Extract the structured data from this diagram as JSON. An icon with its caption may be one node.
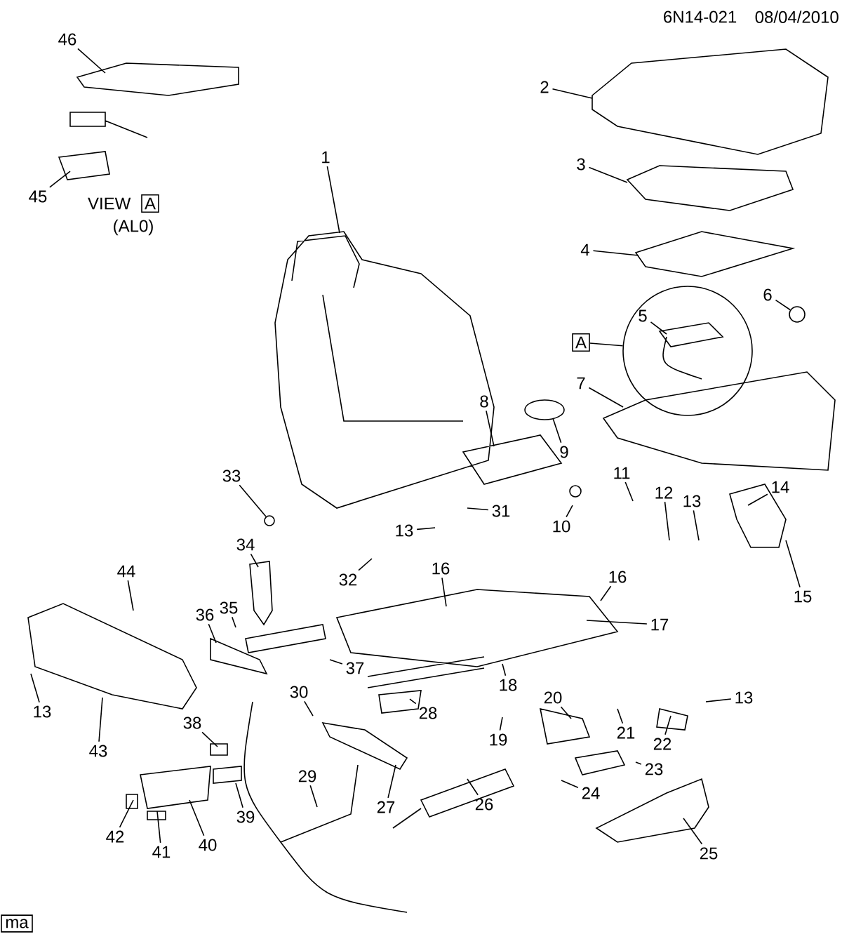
{
  "diagram": {
    "nodes": [
      {
        "text": [
          "46"
        ]
      },
      {
        "text": [
          "45"
        ]
      },
      {
        "text": [
          "1"
        ]
      },
      {
        "text": [
          "2"
        ]
      },
      {
        "text": [
          "3"
        ]
      },
      {
        "text": [
          "4"
        ]
      },
      {
        "text": [
          "6"
        ]
      },
      {
        "text": [
          "A"
        ]
      },
      {
        "text": [],
        "shape": "circle"
      },
      {
        "text": [
          "5"
        ],
        "in": 8
      },
      {
        "text": [
          "7"
        ]
      },
      {
        "text": [
          "8"
        ]
      },
      {
        "text": [
          "9"
        ]
      },
      {
        "text": [
          "33"
        ]
      },
      {
        "text": [
          "11"
        ]
      },
      {
        "text": [
          "14"
        ]
      },
      {
        "text": [
          "12"
        ]
      },
      {
        "text": [
          "13"
        ]
      },
      {
        "text": [
          "31"
        ]
      },
      {
        "text": [
          "10"
        ]
      },
      {
        "text": [
          "13"
        ]
      },
      {
        "text": [
          "34"
        ]
      },
      {
        "text": [
          "16"
        ]
      },
      {
        "text": [
          "44"
        ]
      },
      {
        "text": [
          "16"
        ]
      },
      {
        "text": [
          "32"
        ]
      },
      {
        "text": [
          "15"
        ]
      },
      {
        "text": [
          "35"
        ]
      },
      {
        "text": [
          "36"
        ]
      },
      {
        "text": [
          "17"
        ]
      },
      {
        "text": [
          "37"
        ]
      },
      {
        "text": [
          "18"
        ]
      },
      {
        "text": [
          "30"
        ]
      },
      {
        "text": [
          "20"
        ]
      },
      {
        "text": [
          "13"
        ]
      },
      {
        "text": [
          "13"
        ]
      },
      {
        "text": [
          "28"
        ]
      },
      {
        "text": [
          "38"
        ]
      },
      {
        "text": [
          "21"
        ]
      },
      {
        "text": [
          "19"
        ]
      },
      {
        "text": [
          "22"
        ]
      },
      {
        "text": [
          "43"
        ]
      },
      {
        "text": [
          "23"
        ]
      },
      {
        "text": [
          "29"
        ]
      },
      {
        "text": [
          "24"
        ]
      },
      {
        "text": [
          "26"
        ]
      },
      {
        "text": [
          "27"
        ]
      },
      {
        "text": [
          "39"
        ]
      },
      {
        "text": [
          "40"
        ]
      },
      {
        "text": [
          "41"
        ]
      },
      {
        "text": [
          "42"
        ]
      },
      {
        "text": [
          "25"
        ]
      },
      {
        "text": [
          "A"
        ]
      },
      {
        "text": [],
        "shape": "circle"
      },
      {
        "text": [],
        "shape": "circle"
      }
    ],
    "edges": [
      {
        "from": 0,
        "to": null,
        "arrow": "none"
      },
      {
        "from": 1,
        "to": null,
        "arrow": "none"
      },
      {
        "from": 2,
        "to": null,
        "arrow": "none"
      },
      {
        "from": 3,
        "to": null,
        "arrow": "none"
      },
      {
        "from": 4,
        "to": null,
        "arrow": "none"
      },
      {
        "from": 5,
        "to": null,
        "arrow": "none"
      },
      {
        "from": 6,
        "to": 53,
        "arrow": "none"
      },
      {
        "from": 7,
        "to": 8,
        "arrow": "none"
      },
      {
        "from": 9,
        "to": null,
        "arrow": "none"
      },
      {
        "from": 10,
        "to": null,
        "arrow": "none"
      },
      {
        "from": 11,
        "to": null,
        "arrow": "none"
      },
      {
        "from": 12,
        "to": null,
        "arrow": "none"
      },
      {
        "from": 13,
        "to": 54,
        "arrow": "none"
      },
      {
        "from": 14,
        "to": null,
        "arrow": "none"
      },
      {
        "from": 15,
        "to": null,
        "arrow": "none"
      },
      {
        "from": 16,
        "to": null,
        "arrow": "none"
      },
      {
        "from": 17,
        "to": null,
        "arrow": "none"
      },
      {
        "from": 18,
        "to": null,
        "arrow": "none"
      },
      {
        "from": 19,
        "to": null,
        "arrow": "none"
      },
      {
        "from": 20,
        "to": null,
        "arrow": "none"
      },
      {
        "from": 21,
        "to": null,
        "arrow": "none"
      },
      {
        "from": 22,
        "to": null,
        "arrow": "none"
      },
      {
        "from": 23,
        "to": null,
        "arrow": "none"
      },
      {
        "from": 24,
        "to": null,
        "arrow": "none"
      },
      {
        "from": 25,
        "to": null,
        "arrow": "none"
      },
      {
        "from": 26,
        "to": null,
        "arrow": "none"
      },
      {
        "from": 27,
        "to": null,
        "arrow": "none"
      },
      {
        "from": 28,
        "to": null,
        "arrow": "none"
      },
      {
        "from": 29,
        "to": null,
        "arrow": "none"
      },
      {
        "from": 30,
        "to": null,
        "arrow": "none"
      },
      {
        "from": 31,
        "to": null,
        "arrow": "none"
      },
      {
        "from": 32,
        "to": null,
        "arrow": "none"
      },
      {
        "from": 33,
        "to": null,
        "arrow": "none"
      },
      {
        "from": 34,
        "to": null,
        "arrow": "none"
      },
      {
        "from": 35,
        "to": null,
        "arrow": "none"
      },
      {
        "from": 36,
        "to": null,
        "arrow": "none"
      },
      {
        "from": 37,
        "to": null,
        "arrow": "none"
      },
      {
        "from": 38,
        "to": null,
        "arrow": "none"
      },
      {
        "from": 39,
        "to": null,
        "arrow": "none"
      },
      {
        "from": 40,
        "to": null,
        "arrow": "none"
      },
      {
        "from": 41,
        "to": null,
        "arrow": "none"
      },
      {
        "from": 42,
        "to": null,
        "arrow": "none"
      },
      {
        "from": 43,
        "to": null,
        "arrow": "none"
      },
      {
        "from": 44,
        "to": null,
        "arrow": "none"
      },
      {
        "from": 45,
        "to": null,
        "arrow": "none"
      },
      {
        "from": 46,
        "to": null,
        "arrow": "none"
      },
      {
        "from": 47,
        "to": null,
        "arrow": "none"
      },
      {
        "from": 48,
        "to": null,
        "arrow": "none"
      },
      {
        "from": 49,
        "to": null,
        "arrow": "none"
      },
      {
        "from": 50,
        "to": null,
        "arrow": "none"
      },
      {
        "from": 51,
        "to": null,
        "arrow": "none"
      }
    ],
    "labels": [
      "6N14-021",
      "08/04/2010",
      "VIEW",
      "(AL0)",
      "ma"
    ]
  }
}
